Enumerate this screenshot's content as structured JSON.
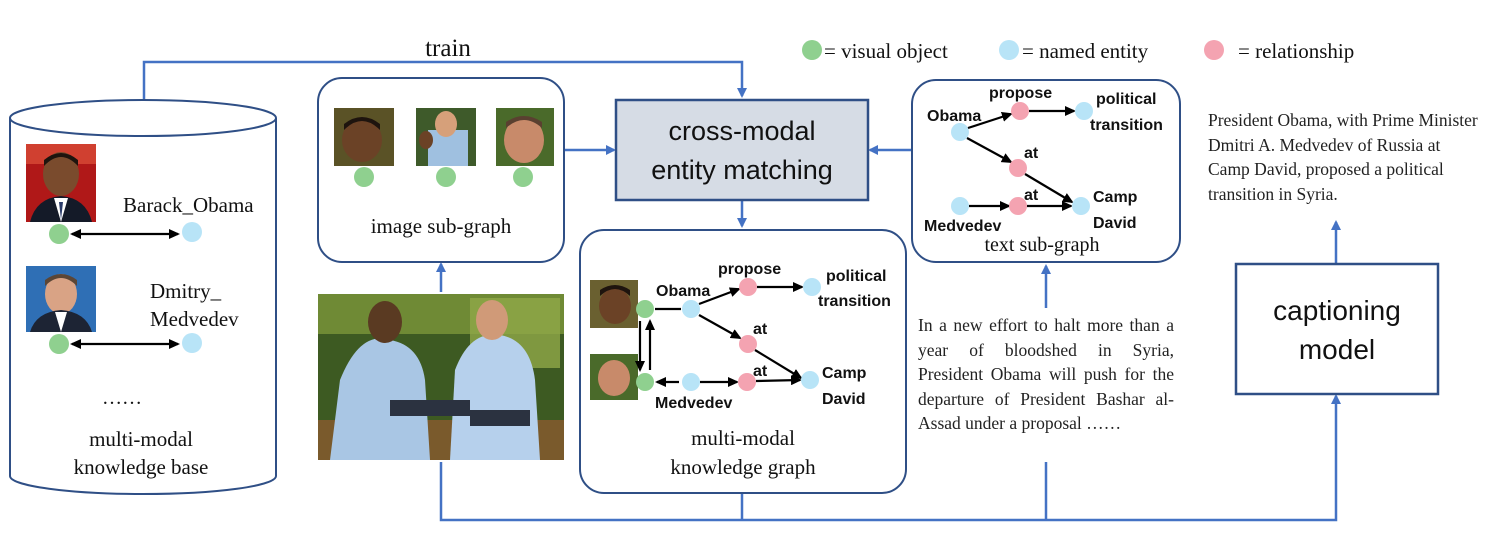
{
  "title": "train",
  "legend": {
    "visual_object": "= visual object",
    "named_entity": "= named entity",
    "relationship": "= relationship"
  },
  "knowledge_base": {
    "entity1": "Barack_Obama",
    "entity2_line1": "Dmitry_",
    "entity2_line2": "Medvedev",
    "ellipsis": "……",
    "label_line1": "multi-modal",
    "label_line2": "knowledge base"
  },
  "image_subgraph": {
    "label": "image sub-graph"
  },
  "matching": {
    "line1": "cross-modal",
    "line2": "entity matching"
  },
  "mm_graph": {
    "nodes": {
      "obama": "Obama",
      "propose": "propose",
      "political": "political",
      "transition": "transition",
      "at1": "at",
      "at2": "at",
      "camp": "Camp",
      "david": "David",
      "medvedev": "Medvedev"
    },
    "label_line1": "multi-modal",
    "label_line2": "knowledge graph"
  },
  "text_subgraph": {
    "nodes": {
      "obama": "Obama",
      "propose": "propose",
      "political": "political",
      "transition": "transition",
      "at1": "at",
      "at2": "at",
      "camp": "Camp",
      "david": "David",
      "medvedev": "Medvedev"
    },
    "label": "text sub-graph"
  },
  "article_text": "In a new effort to halt more than a year of bloodshed in Syria, President Obama will push for the departure of President Bashar al-Assad under a proposal ……",
  "caption_text": "President Obama, with Prime Minister Dmitri A. Medvedev of Russia at Camp David, proposed a political transition in Syria.",
  "captioning_model": {
    "line1": "captioning",
    "line2": "model"
  },
  "colors": {
    "flow_arrow": "#4472c4",
    "box_border": "#2f4f86",
    "matching_fill": "#d6dce5",
    "visual_object": "#8fd08f",
    "named_entity": "#b8e4f7",
    "relationship": "#f4a3b1"
  }
}
